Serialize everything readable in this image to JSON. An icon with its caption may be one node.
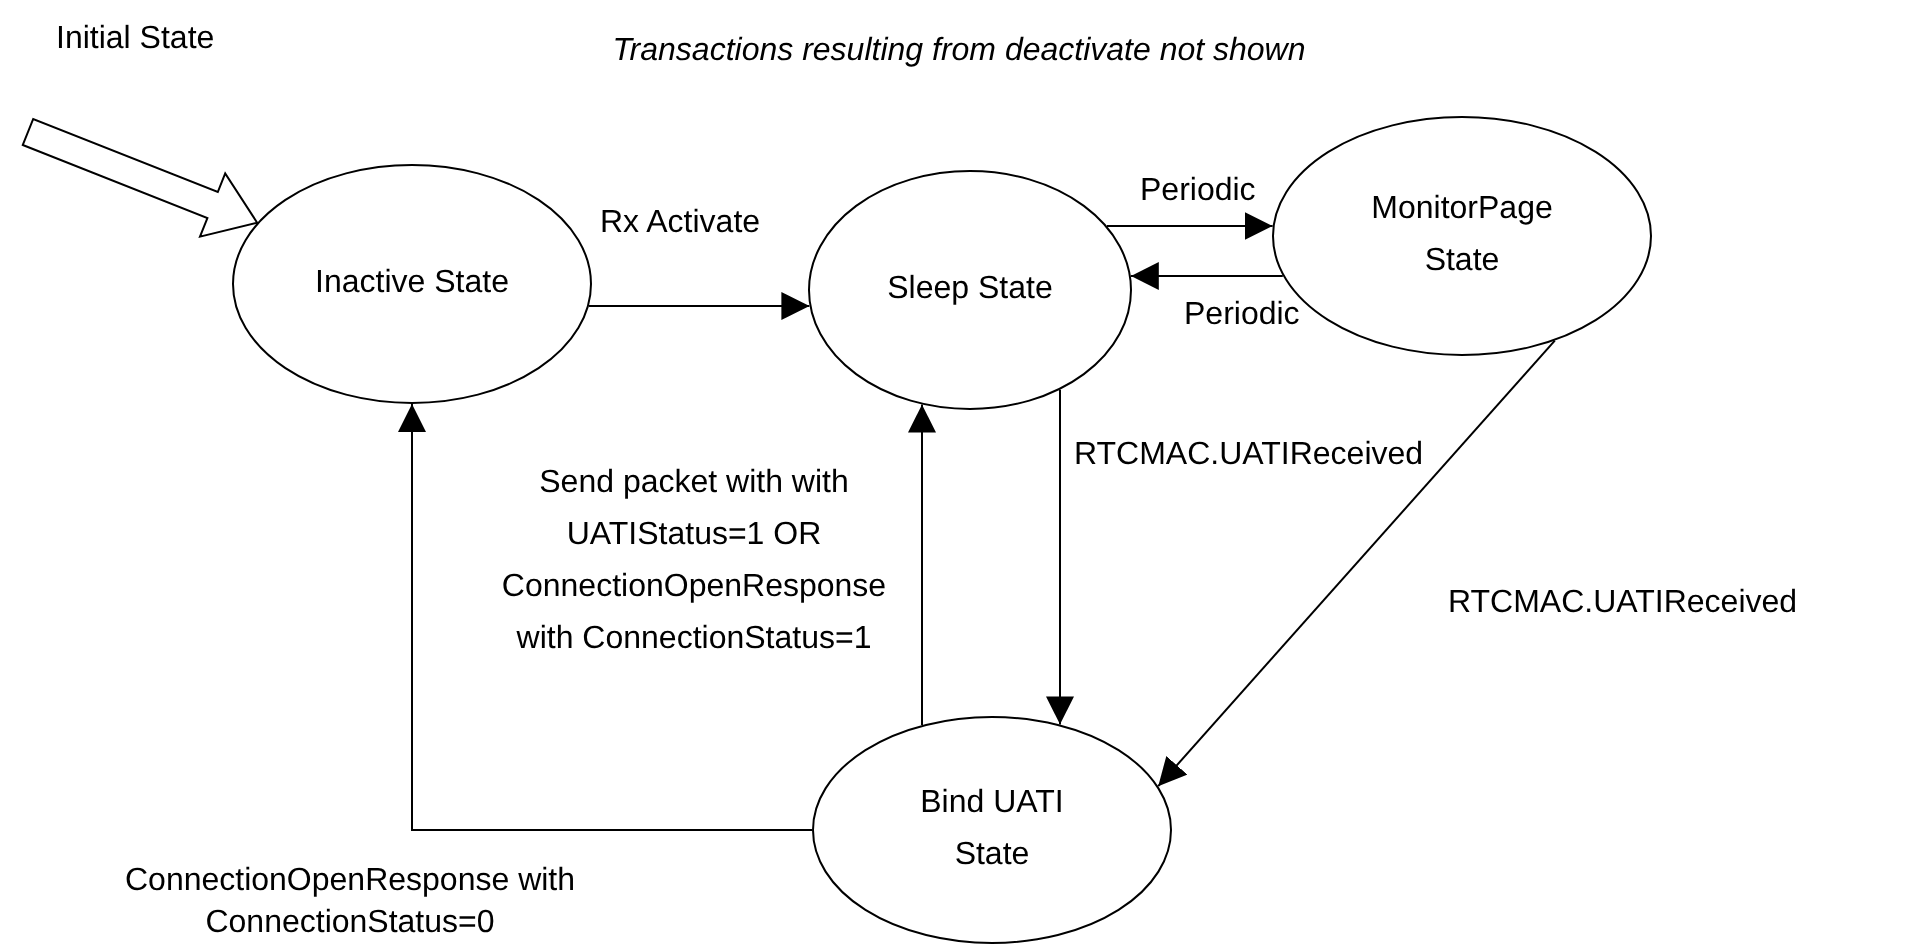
{
  "diagram": {
    "nodes": [
      {
        "text": [
          "Inactive State"
        ]
      },
      {
        "text": [
          "Sleep State"
        ]
      },
      {
        "text": [
          "MonitorPage State"
        ]
      },
      {
        "text": [
          "Bind UATI State"
        ]
      }
    ],
    "edges": [
      {
        "from": null,
        "to": 0,
        "arrow": "to",
        "label": "Initial State",
        "style": "thick"
      },
      {
        "from": 0,
        "to": 1,
        "arrow": "to",
        "label": "Rx Activate"
      },
      {
        "from": 1,
        "to": 2,
        "arrow": "to",
        "label": "Periodic"
      },
      {
        "from": 2,
        "to": 1,
        "arrow": "to",
        "label": "Periodic"
      },
      {
        "from": 1,
        "to": 3,
        "arrow": "to",
        "label": "RTCMAC.UATIReceived"
      },
      {
        "from": 3,
        "to": 1,
        "arrow": "to",
        "label": "Send packet with with UATIStatus=1 OR ConnectionOpenResponse with ConnectionStatus=1"
      },
      {
        "from": 2,
        "to": 3,
        "arrow": "to",
        "label": "RTCMAC.UATIReceived"
      },
      {
        "from": 3,
        "to": 0,
        "arrow": "to",
        "label": "ConnectionOpenResponse with ConnectionStatus=0"
      }
    ],
    "labels": [
      "Transactions resulting from deactivate not shown"
    ]
  }
}
